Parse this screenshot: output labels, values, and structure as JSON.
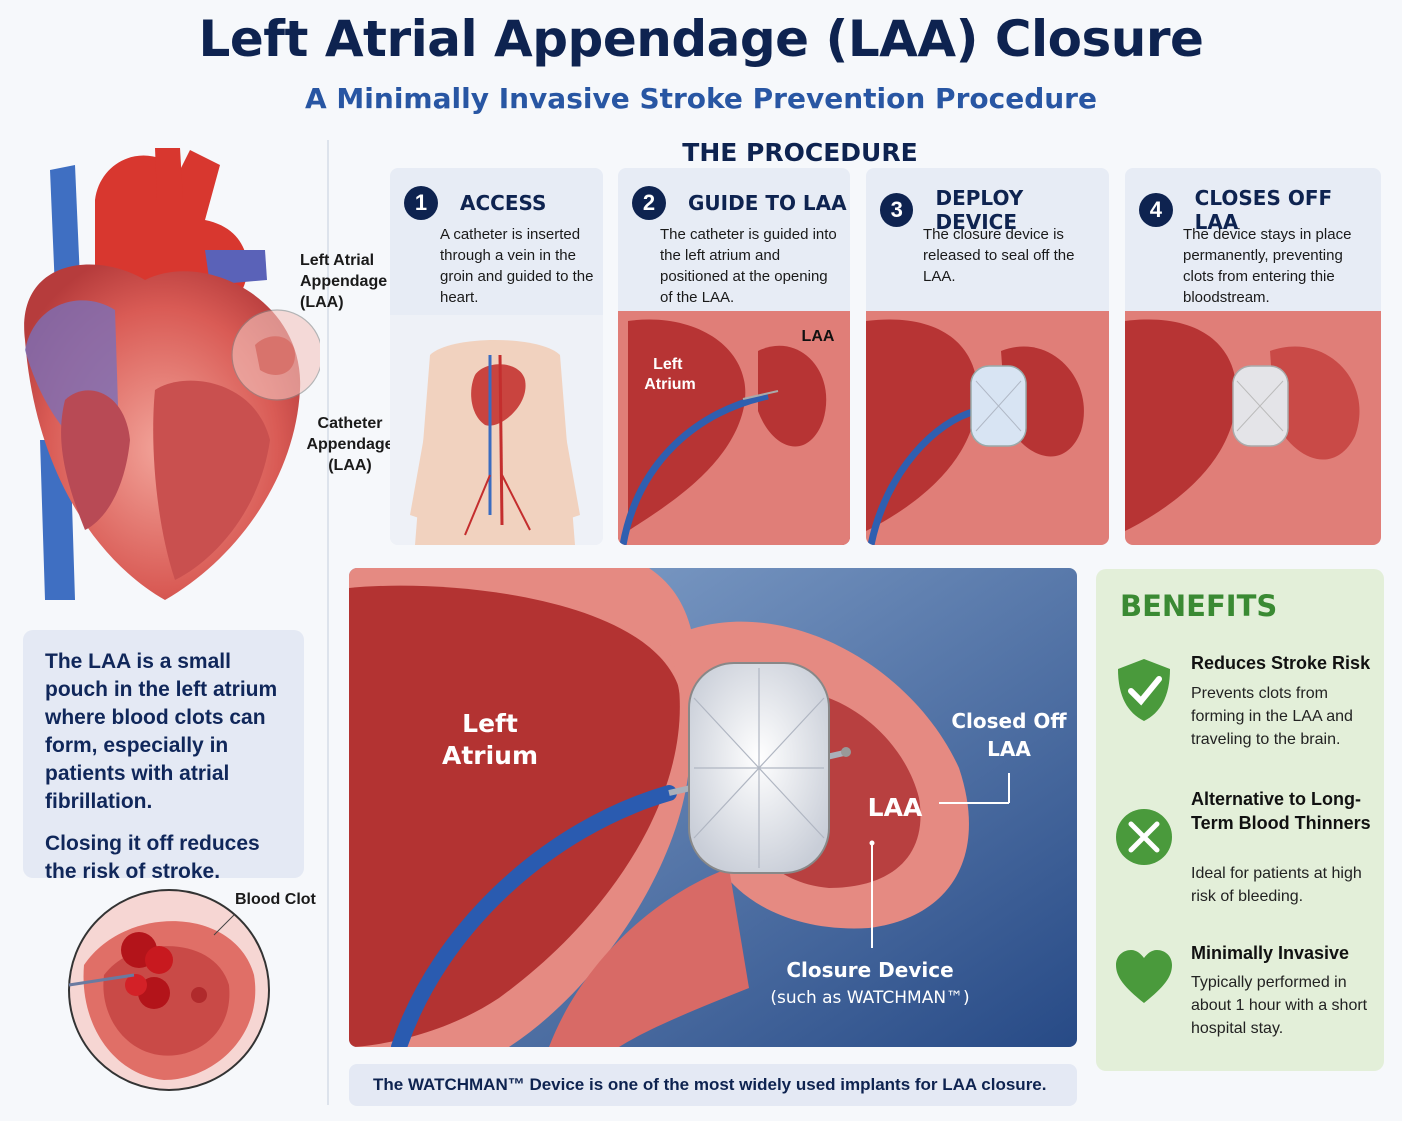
{
  "header": {
    "title": "Left Atrial Appendage (LAA) Closure",
    "subtitle": "A Minimally Invasive Stroke Prevention Procedure"
  },
  "left": {
    "laa_label": "Left Atrial\nAppendage\n(LAA)",
    "catheter_label": "Catheter\nAppendage\n(LAA)",
    "info_p1": "The LAA is a small pouch in the left atrium where blood clots can form, especially in patients with atrial fibrillation.",
    "info_p2": "Closing it off reduces the risk of stroke.",
    "clot_label": "Blood Clot"
  },
  "procedure": {
    "heading": "THE PROCEDURE",
    "steps": [
      {
        "num": "1",
        "title": "ACCESS",
        "text": "A catheter is inserted through a vein in the groin and guided to the heart."
      },
      {
        "num": "2",
        "title": "GUIDE TO LAA",
        "text": "The catheter is guided into the left atrium and positioned at the opening of the LAA.",
        "img_left_atrium": "Left\nAtrium",
        "img_laa": "LAA"
      },
      {
        "num": "3",
        "title": "DEPLOY DEVICE",
        "text": "The closure device is released to seal off the LAA."
      },
      {
        "num": "4",
        "title": "CLOSES OFF LAA",
        "text": "The device stays in place permanently, preventing clots from entering thie bloodstream."
      }
    ]
  },
  "illustration": {
    "left_atrium": "Left\nAtrium",
    "closed_off": "Closed Off\nLAA",
    "laa": "LAA",
    "device": "Closure Device",
    "device_sub": "(such as WATCHMAN™)",
    "caption": "The WATCHMAN™ Device is one of the most widely used implants for LAA closure."
  },
  "benefits": {
    "heading": "BENEFITS",
    "items": [
      {
        "icon": "shield-check-icon",
        "title": "Reduces Stroke Risk",
        "text": "Prevents clots from forming in the LAA and traveling to the brain."
      },
      {
        "icon": "no-pills-icon",
        "title": "Alternative to Long-Term Blood Thinners",
        "text": "Ideal for patients at high risk of bleeding."
      },
      {
        "icon": "heart-icon",
        "title": "Minimally Invasive",
        "text": "Typically performed in about 1 hour with a short hospital stay."
      }
    ]
  },
  "colors": {
    "navy": "#0e2350",
    "blue": "#2856a3",
    "green": "#3a8a33",
    "tissue": "#d9655f"
  }
}
